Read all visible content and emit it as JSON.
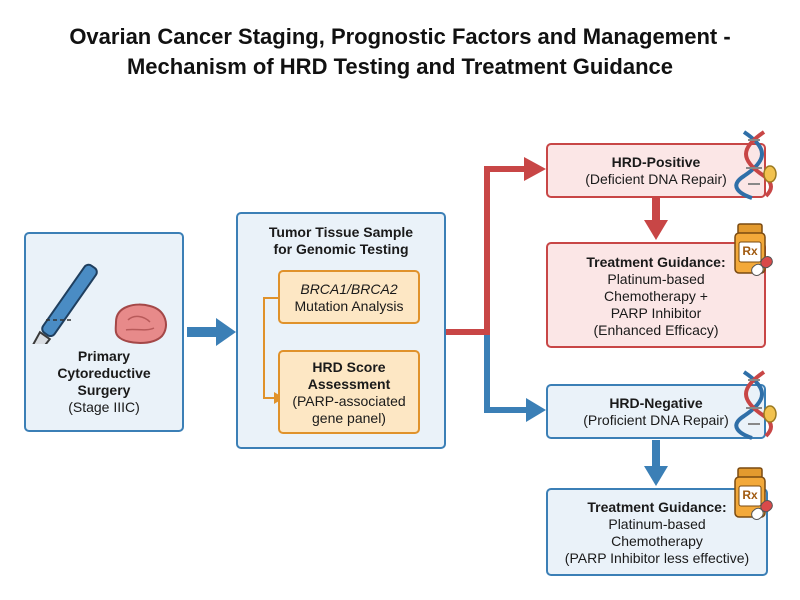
{
  "title": {
    "line1": "Ovarian Cancer Staging, Prognostic Factors and Management -",
    "line2": "Mechanism of HRD Testing and Treatment Guidance"
  },
  "surgery": {
    "heading": [
      "Primary",
      "Cytoreductive",
      "Surgery"
    ],
    "stage": "(Stage IIIC)"
  },
  "tissue": {
    "heading": [
      "Tumor Tissue Sample",
      "for Genomic Testing"
    ],
    "brca_title": "BRCA1/BRCA2",
    "brca_text": "Mutation Analysis",
    "hrd_title": [
      "HRD Score",
      "Assessment"
    ],
    "hrd_text": [
      "(PARP-associated",
      "gene panel)"
    ]
  },
  "positive": {
    "title": "HRD-Positive",
    "text": "(Deficient DNA Repair)"
  },
  "positive_treatment": {
    "title": "Treatment Guidance:",
    "lines": [
      "Platinum-based",
      "Chemotherapy +",
      "PARP Inhibitor",
      "(Enhanced Efficacy)"
    ]
  },
  "negative": {
    "title": "HRD-Negative",
    "text": "(Proficient DNA Repair)"
  },
  "negative_treatment": {
    "title": "Treatment Guidance:",
    "lines": [
      "Platinum-based",
      "Chemotherapy",
      "(PARP Inhibitor less effective)"
    ]
  },
  "rx_label": "Rx",
  "colors": {
    "blue": "#3b7fb6",
    "red": "#c84646",
    "orange": "#e0922b"
  },
  "icons": [
    "scalpel-icon",
    "tissue-icon",
    "dna-icon",
    "pill-bottle-icon",
    "capsule-icon"
  ]
}
